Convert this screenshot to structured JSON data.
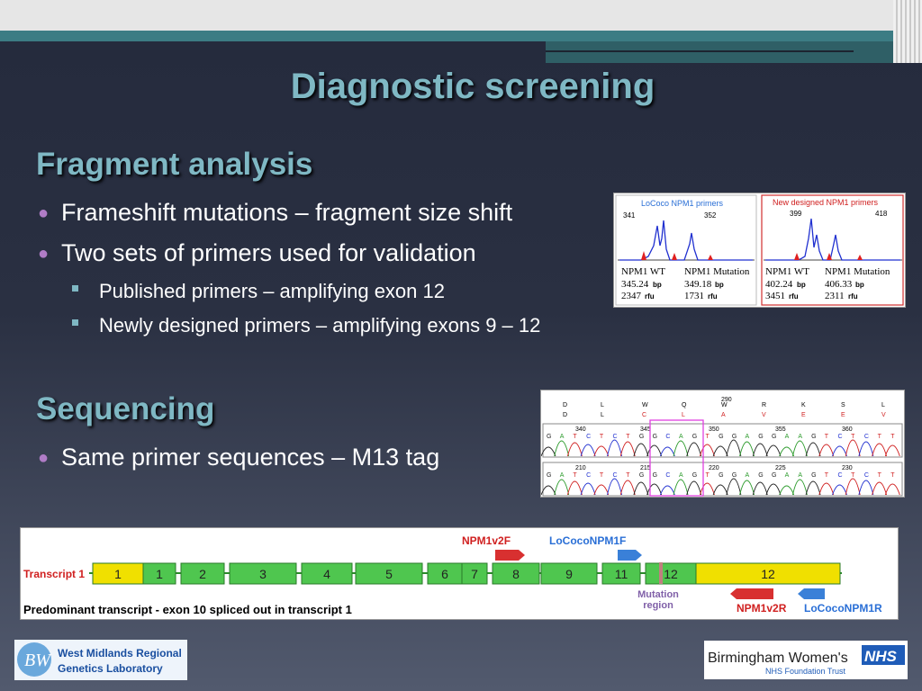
{
  "slide": {
    "title": "Diagnostic screening",
    "fragment": {
      "heading": "Fragment analysis",
      "bullets": [
        "Frameshift mutations – fragment size shift",
        "Two sets of primers used for validation"
      ],
      "subbullets": [
        "Published primers – amplifying exon 12",
        "Newly designed primers – amplifying exons 9 – 12"
      ]
    },
    "sequencing": {
      "heading": "Sequencing",
      "bullets": [
        "Same primer sequences – M13 tag"
      ]
    }
  },
  "fragment_figure": {
    "left": {
      "title": "LoCoco NPM1 primers",
      "tick_a": "341",
      "tick_b": "352",
      "wt_label": "NPM1 WT",
      "mut_label": "NPM1 Mutation",
      "wt_size": "345.24",
      "mut_size": "349.18",
      "wt_rfu": "2347",
      "mut_rfu": "1731"
    },
    "right": {
      "title": "New designed NPM1 primers",
      "tick_a": "399",
      "tick_b": "418",
      "wt_label": "NPM1 WT",
      "mut_label": "NPM1 Mutation",
      "wt_size": "402.24",
      "mut_size": "406.33",
      "wt_rfu": "3451",
      "mut_rfu": "2311"
    },
    "unit_bp": "bp",
    "unit_rfu": "rfu"
  },
  "sequence_figure": {
    "aa_top": [
      "D",
      "L",
      "W",
      "Q",
      "W",
      "R",
      "K",
      "S",
      "L"
    ],
    "aa_bottom": [
      "D",
      "L",
      "C",
      "L",
      "A",
      "V",
      "E",
      "E",
      "V"
    ],
    "marker_290": "290",
    "row1_positions": [
      "340",
      "345",
      "350",
      "355",
      "360"
    ],
    "row2_positions": [
      "210",
      "215",
      "220",
      "225",
      "230"
    ],
    "bases": [
      "G",
      "A",
      "T",
      "C",
      "T",
      "C",
      "T",
      "G",
      "G",
      "C",
      "A",
      "G",
      "T",
      "G",
      "G",
      "A",
      "G",
      "G",
      "A",
      "A",
      "G",
      "T",
      "C",
      "T",
      "C",
      "T",
      "T"
    ],
    "colors": {
      "A": "#2a9a2a",
      "C": "#2030d0",
      "G": "#222222",
      "T": "#d02020"
    }
  },
  "transcript_figure": {
    "transcript_label": "Transcript 1",
    "exons": [
      "1",
      "1",
      "2",
      "3",
      "4",
      "5",
      "6",
      "7",
      "8",
      "9",
      "11",
      "12",
      "12"
    ],
    "primer_npm1v2f": "NPM1v2F",
    "primer_lococonpm1f": "LoCocoNPM1F",
    "primer_npm1v2r": "NPM1v2R",
    "primer_lococonpm1r": "LoCocoNPM1R",
    "mutation_region": [
      "Mutation",
      "region"
    ],
    "caption": "Predominant transcript - exon 10 spliced out in transcript 1"
  },
  "logos": {
    "wm_line1": "West Midlands Regional",
    "wm_line2": "Genetics Laboratory",
    "wm_initials": "BW",
    "bw_name": "Birmingham Women's",
    "bw_nhs": "NHS",
    "bw_trust": "NHS Foundation Trust"
  }
}
